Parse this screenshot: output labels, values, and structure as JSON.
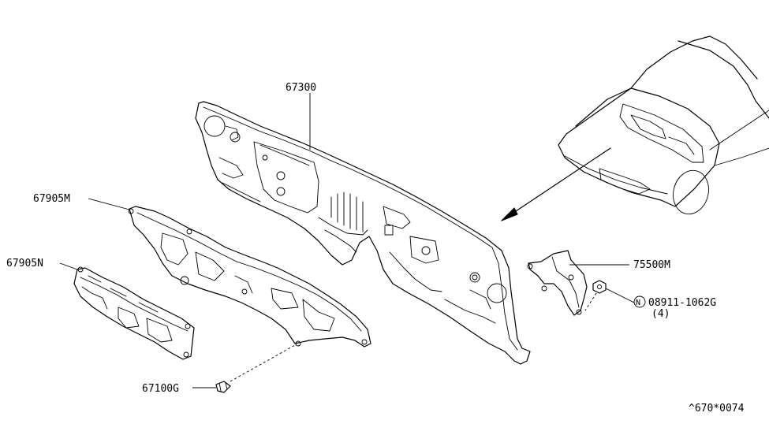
{
  "labels": {
    "dash_panel": "67300",
    "insulator_upper": "67905M",
    "insulator_lower": "67905N",
    "clip": "67100G",
    "bracket": "75500M",
    "nut_symbol": "N",
    "nut_part": "08911-1062G",
    "nut_qty": "(4)",
    "diagram_code": "^670*0074"
  },
  "icons": [
    "car-front-icon",
    "direction-arrow-icon"
  ]
}
